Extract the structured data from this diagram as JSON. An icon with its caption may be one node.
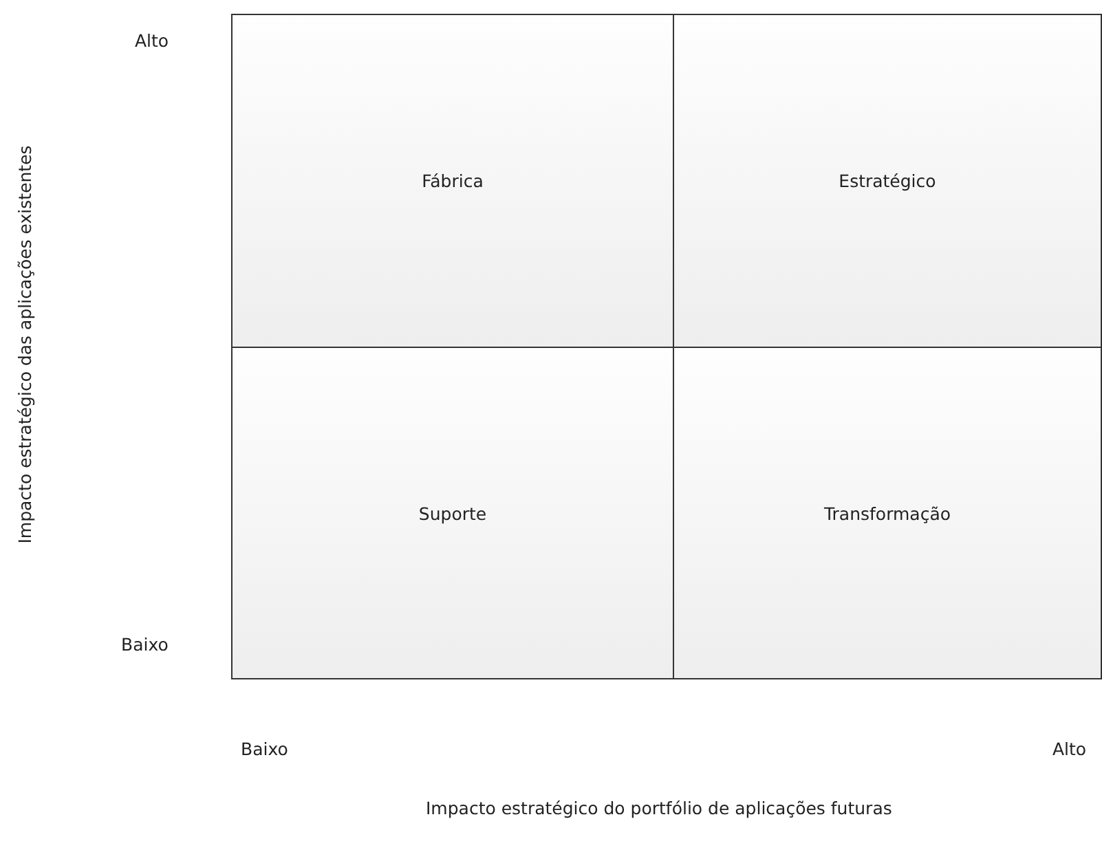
{
  "diagram": {
    "nodes": [
      {
        "text": [
          "Fábrica"
        ]
      },
      {
        "text": [
          "Estratégico"
        ]
      },
      {
        "text": [
          "Suporte"
        ]
      },
      {
        "text": [
          "Transformação"
        ]
      }
    ],
    "labels": [
      "Alto",
      "Impacto estratégico das aplicações existentes",
      "Baixo",
      "Baixo",
      "Alto",
      "Impacto estratégico do portfólio de aplicações futuras"
    ]
  }
}
